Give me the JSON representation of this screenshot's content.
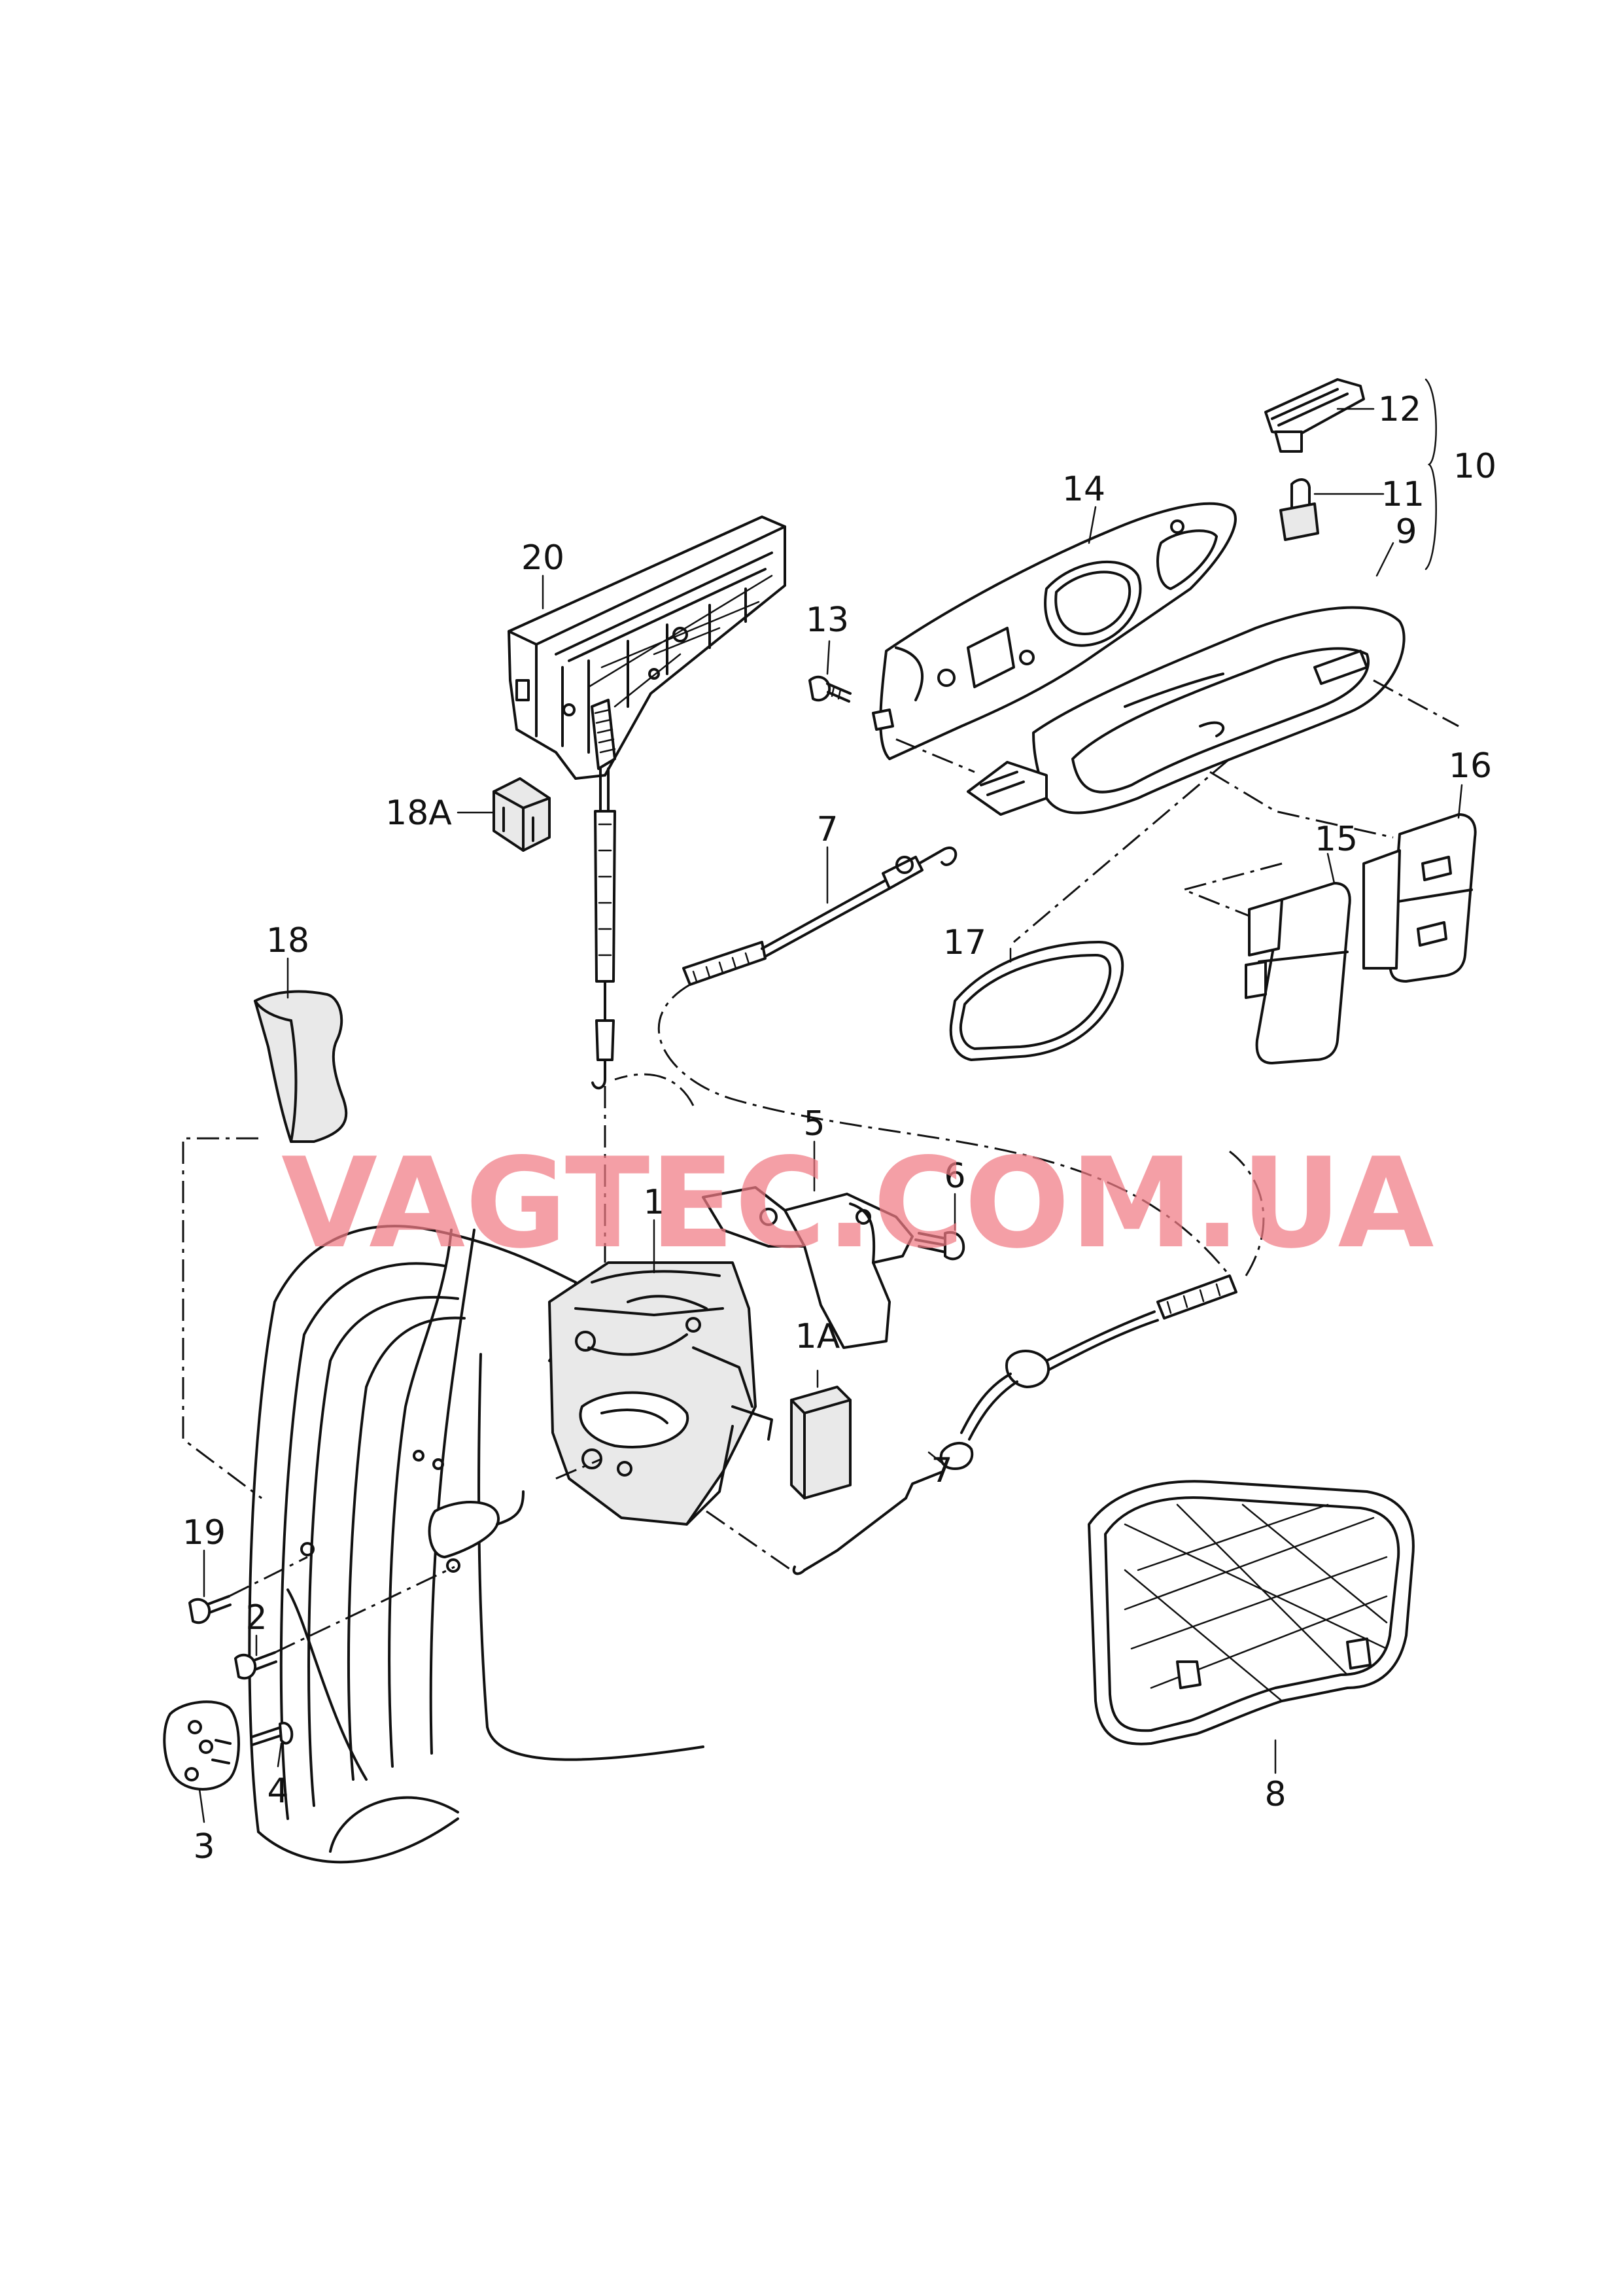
{
  "callouts": {
    "c1": "1",
    "c1a": "1A",
    "c2": "2",
    "c3": "3",
    "c4": "4",
    "c5": "5",
    "c6": "6",
    "c7a": "7",
    "c7b": "7",
    "c8": "8",
    "c9": "9",
    "c10": "10",
    "c11": "11",
    "c12": "12",
    "c13": "13",
    "c14": "14",
    "c15": "15",
    "c16": "16",
    "c17": "17",
    "c18": "18",
    "c18a": "18A",
    "c19": "19",
    "c20": "20"
  },
  "watermark": "VAGTEC.COM.UA",
  "colors": {
    "line": "#111111",
    "watermark": "#f07b84",
    "background": "#ffffff"
  }
}
